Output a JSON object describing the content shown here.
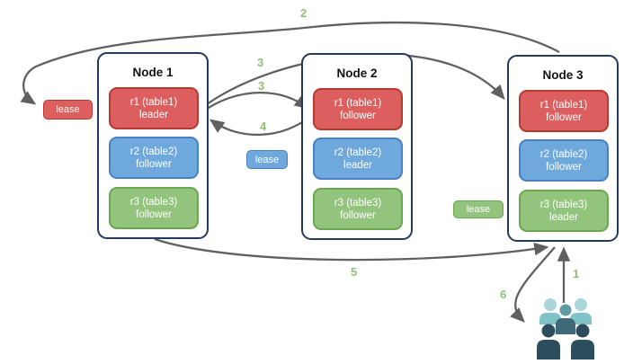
{
  "diagram": {
    "nodes": [
      {
        "title": "Node 1",
        "replicas": [
          {
            "label": "r1 (table1)",
            "role": "leader",
            "color_name": "red"
          },
          {
            "label": "r2 (table2)",
            "role": "follower",
            "color_name": "blue"
          },
          {
            "label": "r3 (table3)",
            "role": "follower",
            "color_name": "green"
          }
        ]
      },
      {
        "title": "Node 2",
        "replicas": [
          {
            "label": "r1 (table1)",
            "role": "follower",
            "color_name": "red"
          },
          {
            "label": "r2 (table2)",
            "role": "leader",
            "color_name": "blue"
          },
          {
            "label": "r3 (table3)",
            "role": "follower",
            "color_name": "green"
          }
        ]
      },
      {
        "title": "Node 3",
        "replicas": [
          {
            "label": "r1 (table1)",
            "role": "follower",
            "color_name": "red"
          },
          {
            "label": "r2 (table2)",
            "role": "follower",
            "color_name": "blue"
          },
          {
            "label": "r3 (table3)",
            "role": "leader",
            "color_name": "green"
          }
        ]
      }
    ],
    "leases": [
      {
        "label": "lease",
        "color_name": "red"
      },
      {
        "label": "lease",
        "color_name": "blue"
      },
      {
        "label": "lease",
        "color_name": "green"
      }
    ],
    "steps": [
      {
        "label": "1"
      },
      {
        "label": "2"
      },
      {
        "label": "3"
      },
      {
        "label": "3"
      },
      {
        "label": "4"
      },
      {
        "label": "5"
      },
      {
        "label": "6"
      }
    ],
    "colors": {
      "red_fill": "#dd5e5e",
      "red_border": "#b63a31",
      "blue_fill": "#6fa8dc",
      "blue_border": "#4a7fc1",
      "green_fill": "#93c47d",
      "green_border": "#6aa84f",
      "node_border": "#24395e",
      "arrow": "#606060",
      "step_label": "#8fbf72",
      "users_light_head": "#a9d6da",
      "users_light_body": "#7fc3c8",
      "users_mid_head": "#5f9ba3",
      "users_mid_body": "#3f6878",
      "users_dark": "#2c4d5d"
    }
  }
}
